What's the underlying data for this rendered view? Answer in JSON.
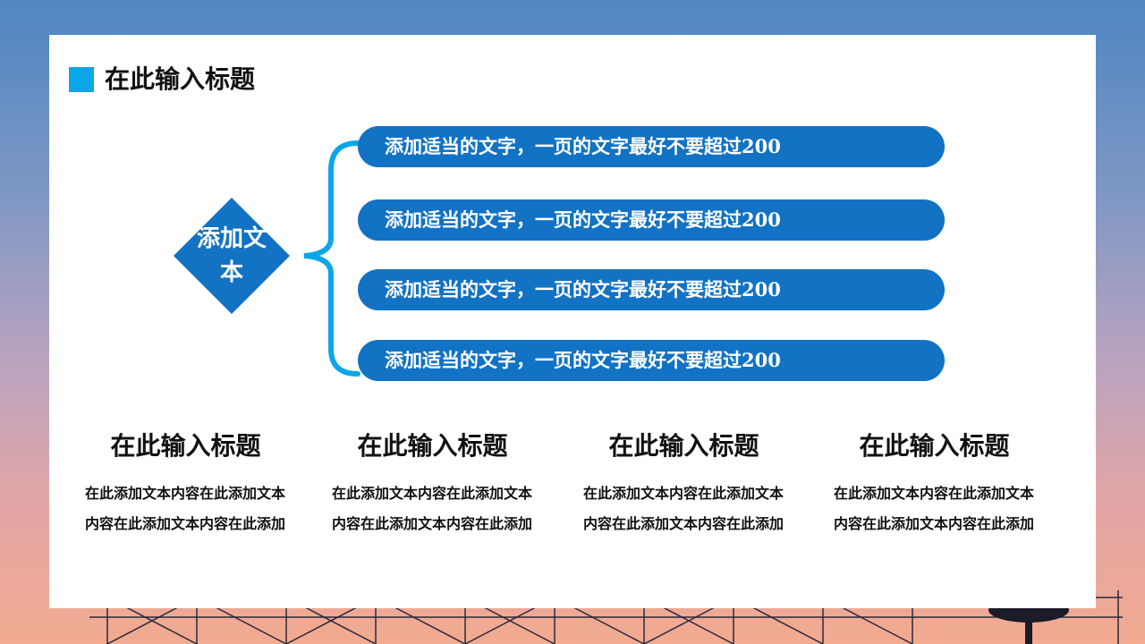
{
  "header": {
    "title": "在此输入标题"
  },
  "diagram": {
    "center_label": "添加文本",
    "items": [
      "添加适当的文字，一页的文字最好不要超过200",
      "添加适当的文字，一页的文字最好不要超过200",
      "添加适当的文字，一页的文字最好不要超过200",
      "添加适当的文字，一页的文字最好不要超过200"
    ]
  },
  "columns": [
    {
      "title": "在此输入标题",
      "body": "在此添加文本内容在此添加文本内容在此添加文本内容在此添加"
    },
    {
      "title": "在此输入标题",
      "body": "在此添加文本内容在此添加文本内容在此添加文本内容在此添加"
    },
    {
      "title": "在此输入标题",
      "body": "在此添加文本内容在此添加文本内容在此添加文本内容在此添加"
    },
    {
      "title": "在此输入标题",
      "body": "在此添加文本内容在此添加文本内容在此添加文本内容在此添加"
    }
  ],
  "colors": {
    "accent": "#0aa6e8",
    "pill": "#1272c4",
    "diamond": "#1272c4",
    "text": "#111111"
  }
}
